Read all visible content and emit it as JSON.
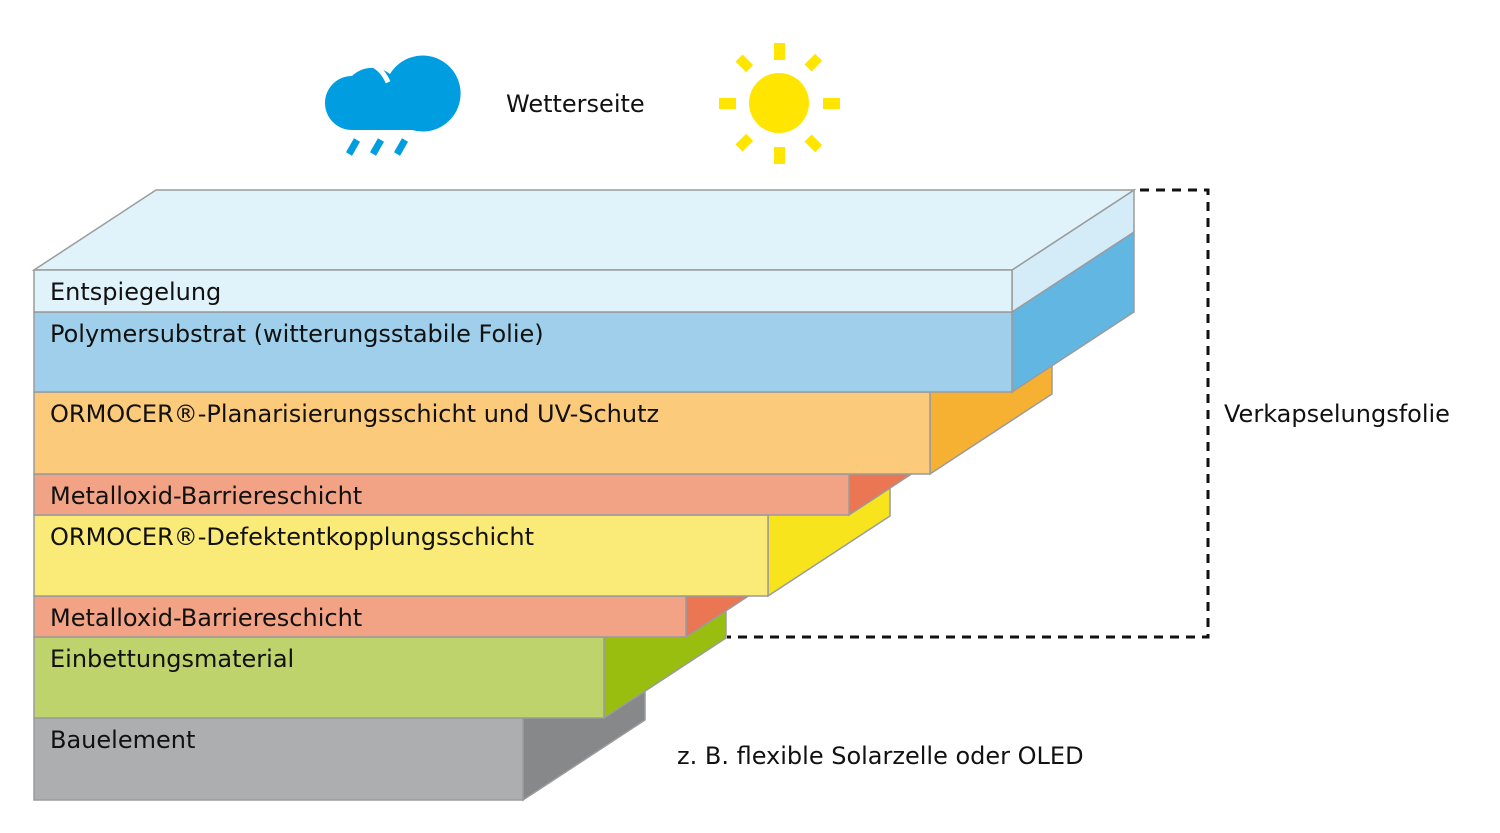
{
  "header": {
    "label": "Wetterseite",
    "left_icon": "rain-cloud-icon",
    "right_icon": "sun-icon",
    "colors": {
      "cloud": "#009ee0",
      "sun": "#ffe500"
    }
  },
  "layers": [
    {
      "label": "Entspiegelung",
      "front": "#e0f2fa",
      "side": "#d4ebf8",
      "top": "#e0f2fa"
    },
    {
      "label": "Polymersubstrat (witterungsstabile Folie)",
      "front": "#9fcfeb",
      "side": "#62b6e2"
    },
    {
      "label": "ORMOCER®-Planarisierungsschicht und UV-Schutz",
      "front": "#fbca7a",
      "side": "#f6b132"
    },
    {
      "label": "Metalloxid-Barriereschicht",
      "front": "#f2a385",
      "side": "#eb7654"
    },
    {
      "label": "ORMOCER®-Defektentkopplungsschicht",
      "front": "#faeb78",
      "side": "#f7e41c"
    },
    {
      "label": "Metalloxid-Barriereschicht",
      "front": "#f2a385",
      "side": "#eb7654"
    },
    {
      "label": "Einbettungsmaterial",
      "front": "#bed36c",
      "side": "#99be0f"
    },
    {
      "label": "Bauelement",
      "front": "#adaeb0",
      "side": "#87888a"
    }
  ],
  "annotations": {
    "encapsulation_label": "Verkapselungsfolie",
    "component_note": "z. B. flexible Solarzelle oder OLED"
  }
}
